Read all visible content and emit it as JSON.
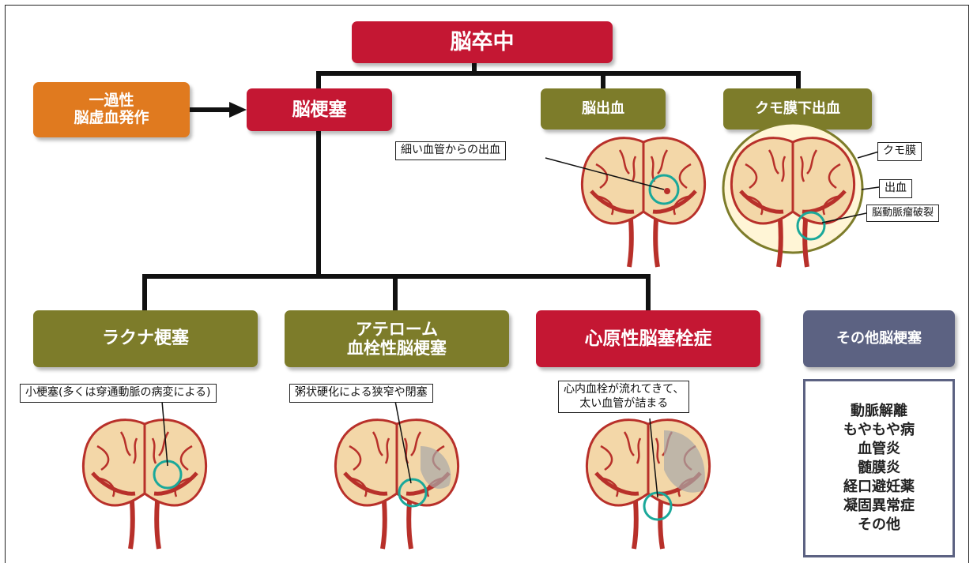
{
  "title": "脳卒中",
  "infarction": "脳梗塞",
  "tia": {
    "line1": "一過性",
    "line2": "脳虚血発作"
  },
  "hemorrhage": "脳出血",
  "sah": "クモ膜下出血",
  "hemorrhage_label": "細い血管からの出血",
  "sah_labels": {
    "arachnoid": "クモ膜",
    "bleeding": "出血",
    "aneurysm": "脳動脈瘤破裂"
  },
  "lacunar": "ラクナ梗塞",
  "athero": {
    "line1": "アテローム",
    "line2": "血栓性脳梗塞"
  },
  "cardio": "心原性脳塞栓症",
  "other": "その他脳梗塞",
  "lacunar_label": "小梗塞(多くは穿通動脈の病変による)",
  "athero_label": "粥状硬化による狭窄や閉塞",
  "cardio_label": {
    "line1": "心内血栓が流れてきて、",
    "line2": "太い血管が詰まる"
  },
  "other_causes": [
    "動脈解離",
    "もやもや病",
    "血管炎",
    "髄膜炎",
    "経口避妊薬",
    "凝固異常症",
    "その他"
  ],
  "colors": {
    "red": "#c41733",
    "olive": "#7d7c2a",
    "orange": "#e07a1f",
    "slate": "#5c6282",
    "teal": "#1aa89a",
    "artery": "#b8302a",
    "brain": "#f3d7a8"
  }
}
